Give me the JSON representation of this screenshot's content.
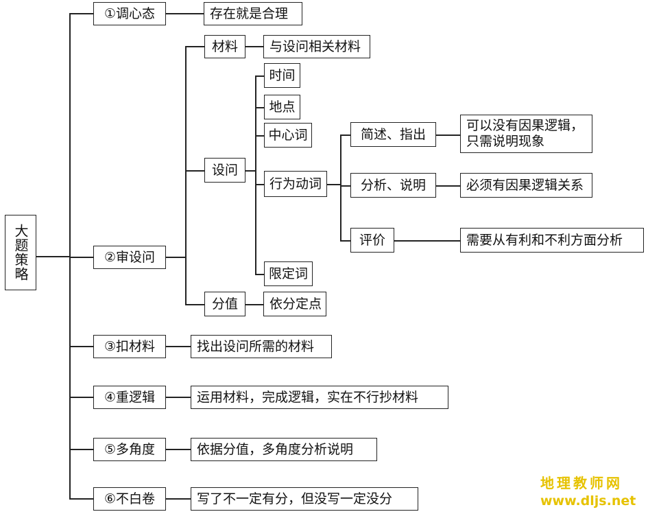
{
  "root": "大题策略",
  "steps": {
    "s1": "①调心态",
    "s2": "②审设问",
    "s3": "③扣材料",
    "s4": "④重逻辑",
    "s5": "⑤多角度",
    "s6": "⑥不白卷"
  },
  "leaves": {
    "s1": "存在就是合理",
    "s3": "找出设问所需的材料",
    "s4": "运用材料，完成逻辑，实在不行抄材料",
    "s5": "依据分值，多角度分析说明",
    "s6": "写了不一定有分，但没写一定没分"
  },
  "s2_children": {
    "material": "材料",
    "material_note": "与设问相关材料",
    "question": "设问",
    "score": "分值",
    "score_note": "依分定点"
  },
  "question_parts": {
    "time": "时间",
    "place": "地点",
    "keyword": "中心词",
    "verb": "行为动词",
    "limit": "限定词"
  },
  "verb_types": {
    "brief": "简述、指出",
    "brief_note_line1": "可以没有因果逻辑，",
    "brief_note_line2": "只需说明现象",
    "analyze": "分析、说明",
    "analyze_note": "必须有因果逻辑关系",
    "evaluate": "评价",
    "evaluate_note": "需要从有利和不利方面分析"
  },
  "watermark": {
    "cn": "地理教师网",
    "url": "www.dljs.net",
    "color": "#e6c200"
  }
}
